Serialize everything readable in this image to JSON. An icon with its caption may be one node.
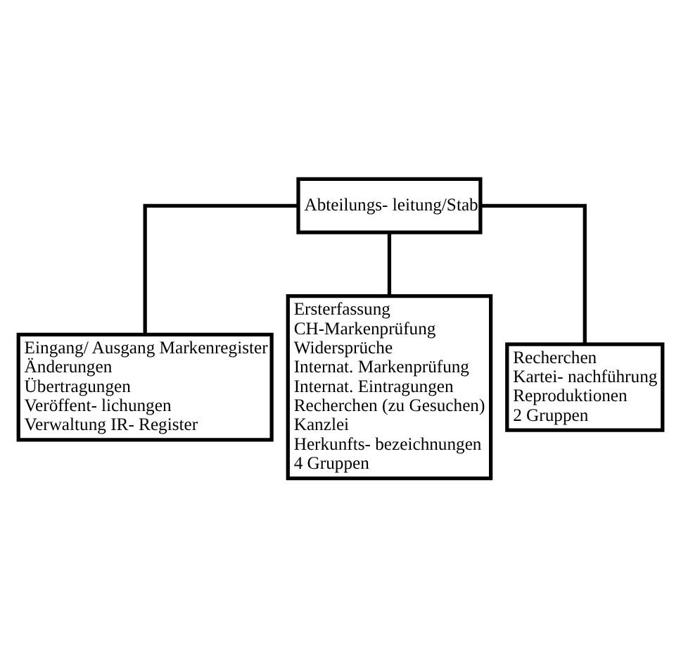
{
  "diagram": {
    "nodes": [
      {
        "text": [
          "Abteilungs- leitung/Stab"
        ]
      },
      {
        "text": [
          "Eingang/ Ausgang Markenregister",
          "Änderungen",
          "Übertragungen",
          "Veröffent- lichungen",
          "Verwaltung IR- Register"
        ]
      },
      {
        "text": [
          "Ersterfassung",
          "CH-Markenprüfung",
          "Widersprüche",
          "Internat. Markenprüfung",
          "Internat. Eintragungen",
          "Recherchen (zu Gesuchen)",
          "Kanzlei",
          "Herkunfts- bezeichnungen",
          "4 Gruppen"
        ]
      },
      {
        "text": [
          "Recherchen",
          "Kartei- nachführung",
          "Reproduktionen",
          "2 Gruppen"
        ]
      }
    ],
    "edges": [
      {
        "from": 0,
        "to": 1,
        "arrow": "none"
      },
      {
        "from": 0,
        "to": 2,
        "arrow": "none"
      },
      {
        "from": 0,
        "to": 3,
        "arrow": "none"
      }
    ]
  }
}
